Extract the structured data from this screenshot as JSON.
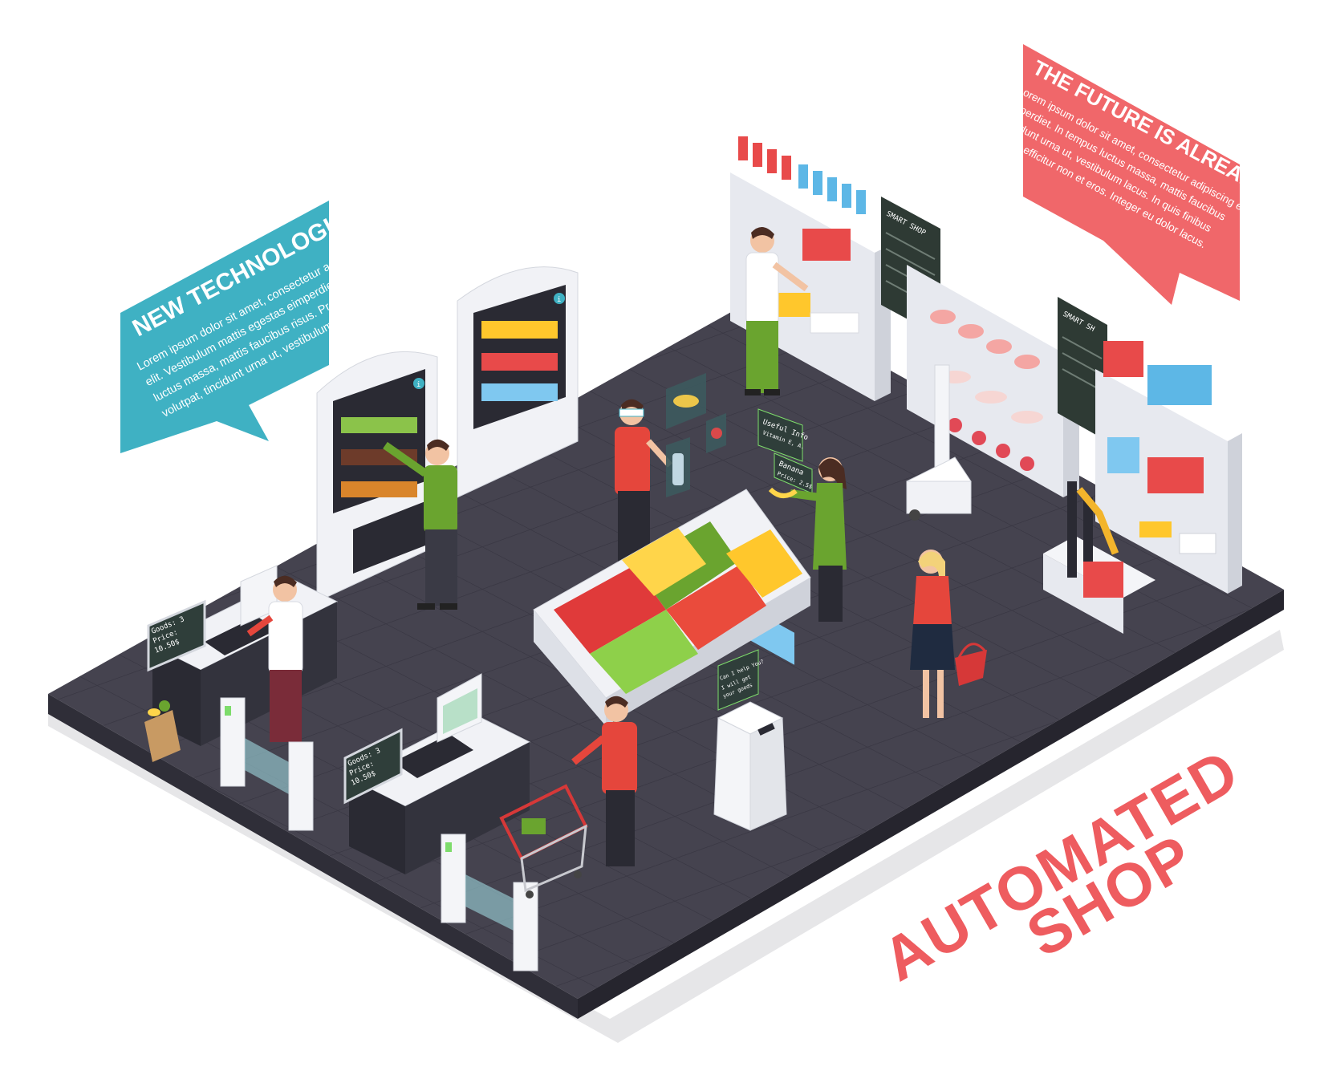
{
  "headline": {
    "line1": "AUTOMATED",
    "line2": "SHOP",
    "color": "#ee5c5f"
  },
  "bubble_left": {
    "title": "NEW TECHNOLOGIES",
    "lines": [
      "Lorem ipsum dolor sit amet, consectetur adipiscing",
      "elit. Vestibulum mattis egestas eimperdiet. In tempus",
      "luctus massa, mattis faucibus risus. Proin at nisi",
      "volutpat, tincidunt urna ut, vestibulum lacus."
    ],
    "color": "#3fb1c3"
  },
  "bubble_right": {
    "title": "THE FUTURE IS ALREADY HERE",
    "lines": [
      "Lorem ipsum dolor sit amet, consectetur adipiscing elit",
      "imperdiet. In tempus luctus massa, mattis faucibus",
      "tincidunt urna ut, vestibulum lacus. In quis finibus",
      "iaculis efficitur non et eros. Integer eu dolor lacus."
    ],
    "color": "#f0676a"
  },
  "signs": {
    "smart_shop_1": "SMART SHOP",
    "smart_shop_2": "SMART SH",
    "useful_info_title": "Useful Info",
    "useful_info_body": "Vitamin E, A.",
    "banana_price_1": "Banana",
    "banana_price_2": "Price: 2.5$",
    "robot_help_1": "Can I help You?",
    "robot_help_2": "I will get",
    "robot_help_3": "your goods",
    "checkout_1_l1": "Goods: 3",
    "checkout_1_l2": "Price:",
    "checkout_1_l3": "10.50$",
    "checkout_2_l1": "Goods: 3",
    "checkout_2_l2": "Price:",
    "checkout_2_l3": "10.50$",
    "info_icon": "i"
  },
  "colors": {
    "floor": "#45434f",
    "floor_edge": "#2f2e38",
    "shelf": "#e7e9ef",
    "green_shirt": "#6aa42f",
    "red_shirt": "#e5463c"
  }
}
